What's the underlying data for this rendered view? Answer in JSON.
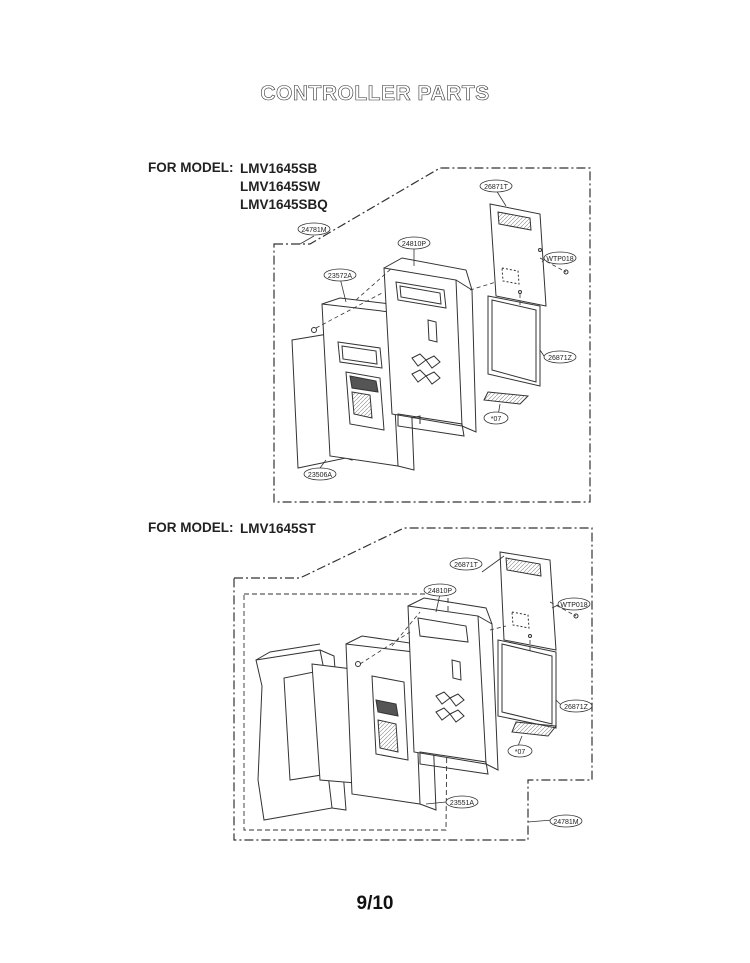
{
  "page": {
    "title": "CONTROLLER PARTS",
    "page_number": "9/10"
  },
  "section1": {
    "label": "FOR MODEL:",
    "models": [
      "LMV1645SB",
      "LMV1645SW",
      "LMV1645SBQ"
    ],
    "callouts": {
      "frame": "24781M",
      "pcb_upper": "26871T",
      "bracket": "24810P",
      "wire": "WTP018",
      "panel": "23572A",
      "pcb_lower": "26871Z",
      "key": "*07",
      "door": "23506A"
    }
  },
  "section2": {
    "label": "FOR MODEL:",
    "models": [
      "LMV1645ST"
    ],
    "callouts": {
      "pcb_upper": "26871T",
      "bracket": "24810P",
      "wire": "WTP018",
      "pcb_lower": "26871Z",
      "key": "*07",
      "panel": "23551A",
      "frame": "24781M"
    }
  }
}
